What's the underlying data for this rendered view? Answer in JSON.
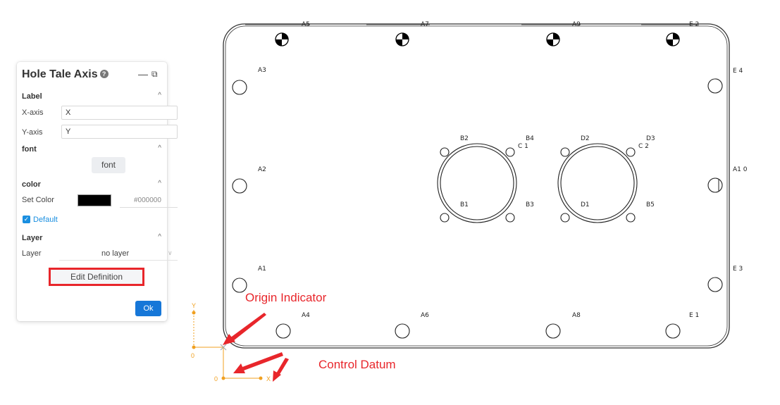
{
  "panel": {
    "title": "Hole Tale Axis",
    "help_icon": "question-circle-icon",
    "minimize_glyph": "—",
    "restore_glyph": "⧉",
    "sections": {
      "label": {
        "title": "Label",
        "x_axis_label": "X-axis",
        "x_axis_value": "X",
        "y_axis_label": "Y-axis",
        "y_axis_value": "Y"
      },
      "font": {
        "title": "font",
        "button_label": "font"
      },
      "color": {
        "title": "color",
        "set_color_label": "Set Color",
        "color_value": "#000000",
        "swatch_color": "#000000",
        "default_label": "Default",
        "default_checked": true
      },
      "layer": {
        "title": "Layer",
        "layer_label": "Layer",
        "layer_value": "no layer"
      }
    },
    "edit_button": "Edit Definition",
    "ok_button": "Ok",
    "caret_up": "^",
    "chevron_down": "∨"
  },
  "drawing": {
    "hole_labels": [
      {
        "id": "A5",
        "text": "A5"
      },
      {
        "id": "A7",
        "text": "A7"
      },
      {
        "id": "A9",
        "text": "A9"
      },
      {
        "id": "E2",
        "text": "E 2"
      },
      {
        "id": "A3",
        "text": "A3"
      },
      {
        "id": "E4",
        "text": "E 4"
      },
      {
        "id": "A2",
        "text": "A2"
      },
      {
        "id": "A10",
        "text": "A1 0"
      },
      {
        "id": "A1",
        "text": "A1"
      },
      {
        "id": "E3",
        "text": "E 3"
      },
      {
        "id": "A4",
        "text": "A4"
      },
      {
        "id": "A6",
        "text": "A6"
      },
      {
        "id": "A8",
        "text": "A8"
      },
      {
        "id": "E1",
        "text": "E 1"
      },
      {
        "id": "B2",
        "text": "B2"
      },
      {
        "id": "B4",
        "text": "B4"
      },
      {
        "id": "C1",
        "text": "C 1"
      },
      {
        "id": "B1",
        "text": "B1"
      },
      {
        "id": "B3",
        "text": "B3"
      },
      {
        "id": "D2",
        "text": "D2"
      },
      {
        "id": "D3",
        "text": "D3"
      },
      {
        "id": "C2",
        "text": "C 2"
      },
      {
        "id": "D1",
        "text": "D1"
      },
      {
        "id": "B5",
        "text": "B5"
      }
    ],
    "annotations": {
      "origin": "Origin Indicator",
      "datum": "Control Datum"
    },
    "axis_labels": {
      "y": "Y",
      "x": "X",
      "zero_a": "0",
      "zero_b": "0"
    },
    "colors": {
      "annotation": "#e8262b",
      "axis": "#f0a020",
      "accent": "#1677d8"
    }
  }
}
